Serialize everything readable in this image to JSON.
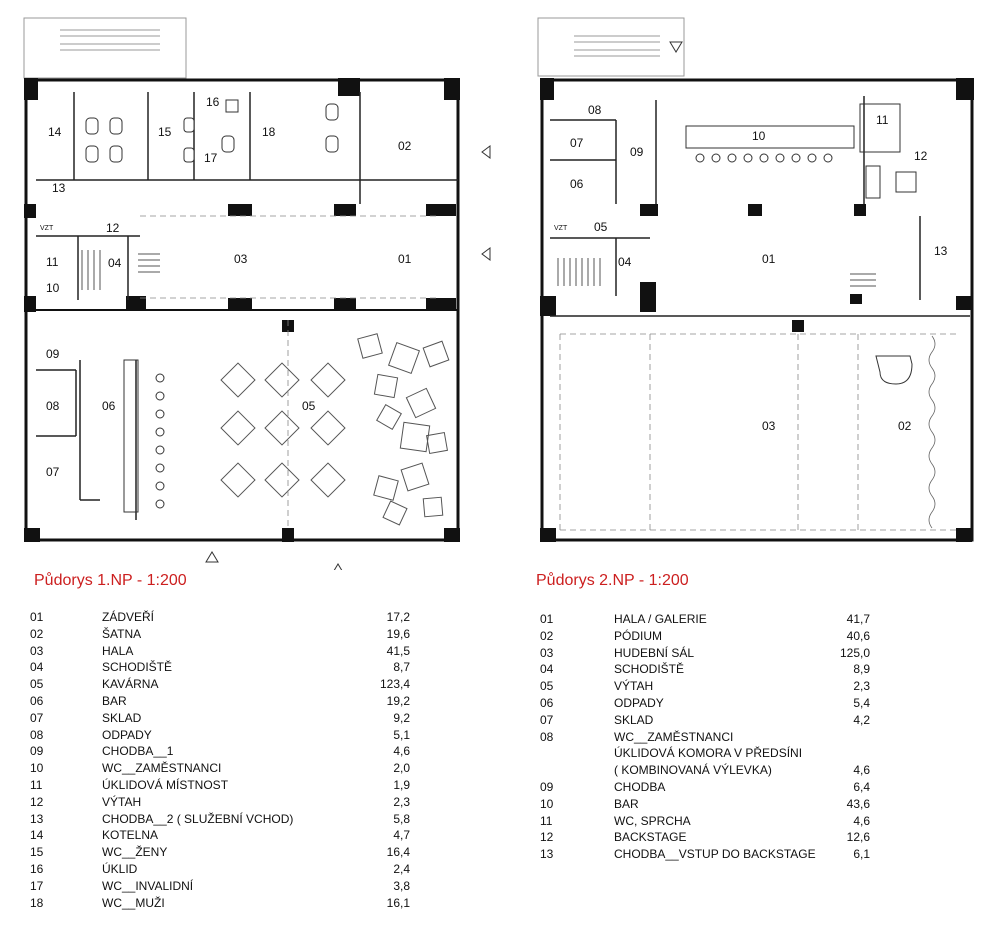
{
  "plan_1np": {
    "caption": "Půdorys 1.NP - 1:200",
    "room_tags": [
      "01",
      "02",
      "03",
      "04",
      "05",
      "06",
      "07",
      "08",
      "09",
      "10",
      "11",
      "12",
      "13",
      "14",
      "15",
      "16",
      "17",
      "18"
    ],
    "symbol_labels": [
      "VZT"
    ],
    "legend": [
      {
        "num": "01",
        "name": "ZÁDVEŘÍ",
        "area": "17,2"
      },
      {
        "num": "02",
        "name": "ŠATNA",
        "area": "19,6"
      },
      {
        "num": "03",
        "name": "HALA",
        "area": "41,5"
      },
      {
        "num": "04",
        "name": "SCHODIŠTĚ",
        "area": "8,7"
      },
      {
        "num": "05",
        "name": "KAVÁRNA",
        "area": "123,4"
      },
      {
        "num": "06",
        "name": "BAR",
        "area": "19,2"
      },
      {
        "num": "07",
        "name": "SKLAD",
        "area": "9,2"
      },
      {
        "num": "08",
        "name": "ODPADY",
        "area": "5,1"
      },
      {
        "num": "09",
        "name": "CHODBA__1",
        "area": "4,6"
      },
      {
        "num": "10",
        "name": "WC__ZAMĚSTNANCI",
        "area": "2,0"
      },
      {
        "num": "11",
        "name": "ÚKLIDOVÁ MÍSTNOST",
        "area": "1,9"
      },
      {
        "num": "12",
        "name": "VÝTAH",
        "area": "2,3"
      },
      {
        "num": "13",
        "name": "CHODBA__2  ( SLUŽEBNÍ VCHOD)",
        "area": "5,8"
      },
      {
        "num": "14",
        "name": "KOTELNA",
        "area": "4,7"
      },
      {
        "num": "15",
        "name": "WC__ŽENY",
        "area": "16,4"
      },
      {
        "num": "16",
        "name": "ÚKLID",
        "area": "2,4"
      },
      {
        "num": "17",
        "name": "WC__INVALIDNÍ",
        "area": "3,8"
      },
      {
        "num": "18",
        "name": "WC__MUŽI",
        "area": "16,1"
      }
    ]
  },
  "plan_2np": {
    "caption": "Půdorys 2.NP - 1:200",
    "room_tags": [
      "01",
      "02",
      "03",
      "04",
      "05",
      "06",
      "07",
      "08",
      "09",
      "10",
      "11",
      "12",
      "13"
    ],
    "symbol_labels": [
      "VZT"
    ],
    "legend": [
      {
        "num": "01",
        "name": "HALA / GALERIE",
        "area": "41,7"
      },
      {
        "num": "02",
        "name": "PÓDIUM",
        "area": "40,6"
      },
      {
        "num": "03",
        "name": "HUDEBNÍ SÁL",
        "area": "125,0"
      },
      {
        "num": "04",
        "name": "SCHODIŠTĚ",
        "area": "8,9"
      },
      {
        "num": "05",
        "name": "VÝTAH",
        "area": "2,3"
      },
      {
        "num": "06",
        "name": "ODPADY",
        "area": "5,4"
      },
      {
        "num": "07",
        "name": "SKLAD",
        "area": "4,2"
      },
      {
        "num": "08",
        "name": "WC__ZAMĚSTNANCI",
        "area": ""
      },
      {
        "num": "",
        "name": "ÚKLIDOVÁ KOMORA V PŘEDSÍNI",
        "area": ""
      },
      {
        "num": "",
        "name": "( KOMBINOVANÁ VÝLEVKA)",
        "area": "4,6"
      },
      {
        "num": "09",
        "name": "CHODBA",
        "area": "6,4"
      },
      {
        "num": "10",
        "name": "BAR",
        "area": "43,6"
      },
      {
        "num": "11",
        "name": "WC, SPRCHA",
        "area": "4,6"
      },
      {
        "num": "12",
        "name": "BACKSTAGE",
        "area": "12,6"
      },
      {
        "num": "13",
        "name": "CHODBA__VSTUP DO BACKSTAGE",
        "area": "6,1"
      }
    ]
  }
}
